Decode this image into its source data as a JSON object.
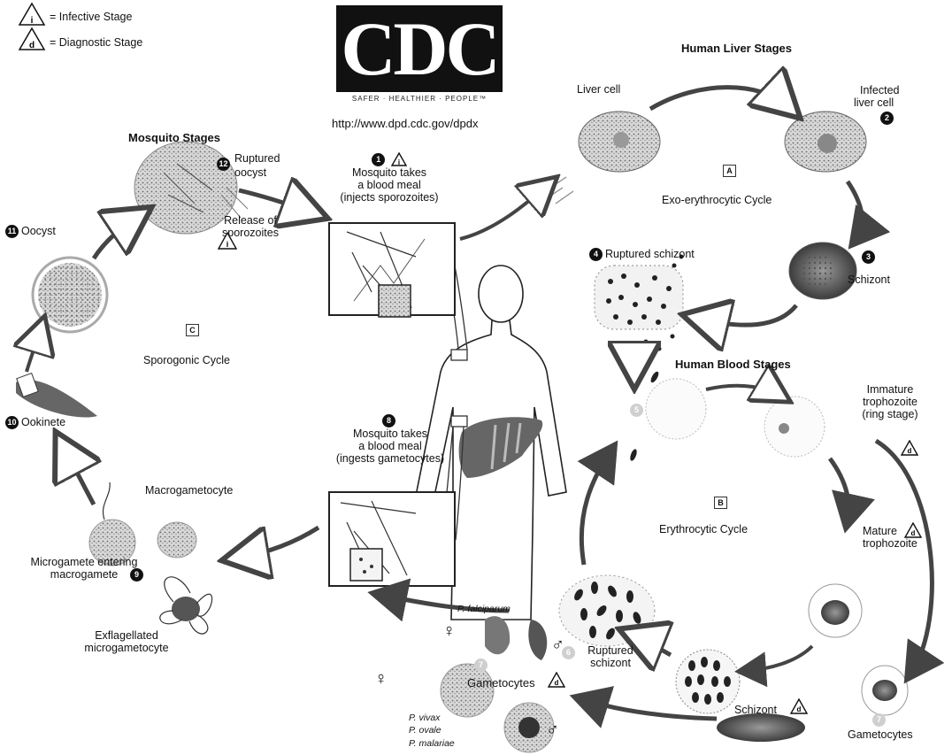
{
  "legend": {
    "infective": "= Infective Stage",
    "diagnostic": "= Diagnostic Stage",
    "infective_symbol": "i",
    "diagnostic_symbol": "d"
  },
  "logo": {
    "letters": "CDC",
    "tagline": "SAFER · HEALTHIER · PEOPLE™",
    "url": "http://www.dpd.cdc.gov/dpdx"
  },
  "sections": {
    "mosquito": "Mosquito Stages",
    "liver": "Human Liver Stages",
    "blood": "Human Blood Stages"
  },
  "cycles": {
    "sporogonic_letter": "C",
    "sporogonic": "Sporogonic Cycle",
    "exo_letter": "A",
    "exo": "Exo-erythrocytic Cycle",
    "erythro_letter": "B",
    "erythro": "Erythrocytic Cycle"
  },
  "stages": {
    "s1_num": "1",
    "s1_line1": "Mosquito takes",
    "s1_line2": "a blood meal",
    "s1_sub": "(injects sporozoites)",
    "liver_cell": "Liver cell",
    "s2_line1": "Infected",
    "s2_line2": "liver cell",
    "s2_num": "2",
    "s3_num": "3",
    "s3": "Schizont",
    "s4_num": "4",
    "s4": "Ruptured schizont",
    "s5_num": "5",
    "imm_line1": "Immature",
    "imm_line2": "trophozoite",
    "imm_line3": "(ring stage)",
    "mature_line1": "Mature",
    "mature_line2": "trophozoite",
    "schizont": "Schizont",
    "s6_num": "6",
    "rs_line1": "Ruptured",
    "rs_line2": "schizont",
    "s7_num": "7",
    "gametocytes": "Gametocytes",
    "gametocytes_mid": "Gametocytes",
    "p_falciparum": "P. falciparum",
    "p_vivax": "P. vivax",
    "p_ovale": "P. ovale",
    "p_malariae": "P. malariae",
    "s8_num": "8",
    "s8_line1": "Mosquito takes",
    "s8_line2": "a blood meal",
    "s8_sub": "(ingests gametocytes)",
    "macro": "Macrogametocyte",
    "micro_line1": "Microgamete entering",
    "micro_line2": "macrogamete",
    "s9_num": "9",
    "exfl_line1": "Exflagellated",
    "exfl_line2": "microgametocyte",
    "s10_num": "10",
    "ookinete": "Ookinete",
    "s11_num": "11",
    "oocyst": "Oocyst",
    "s12_num": "12",
    "ro_line1": "Ruptured",
    "ro_line2": "oocyst",
    "rel_line1": "Release of",
    "rel_line2": "sporozoites"
  }
}
